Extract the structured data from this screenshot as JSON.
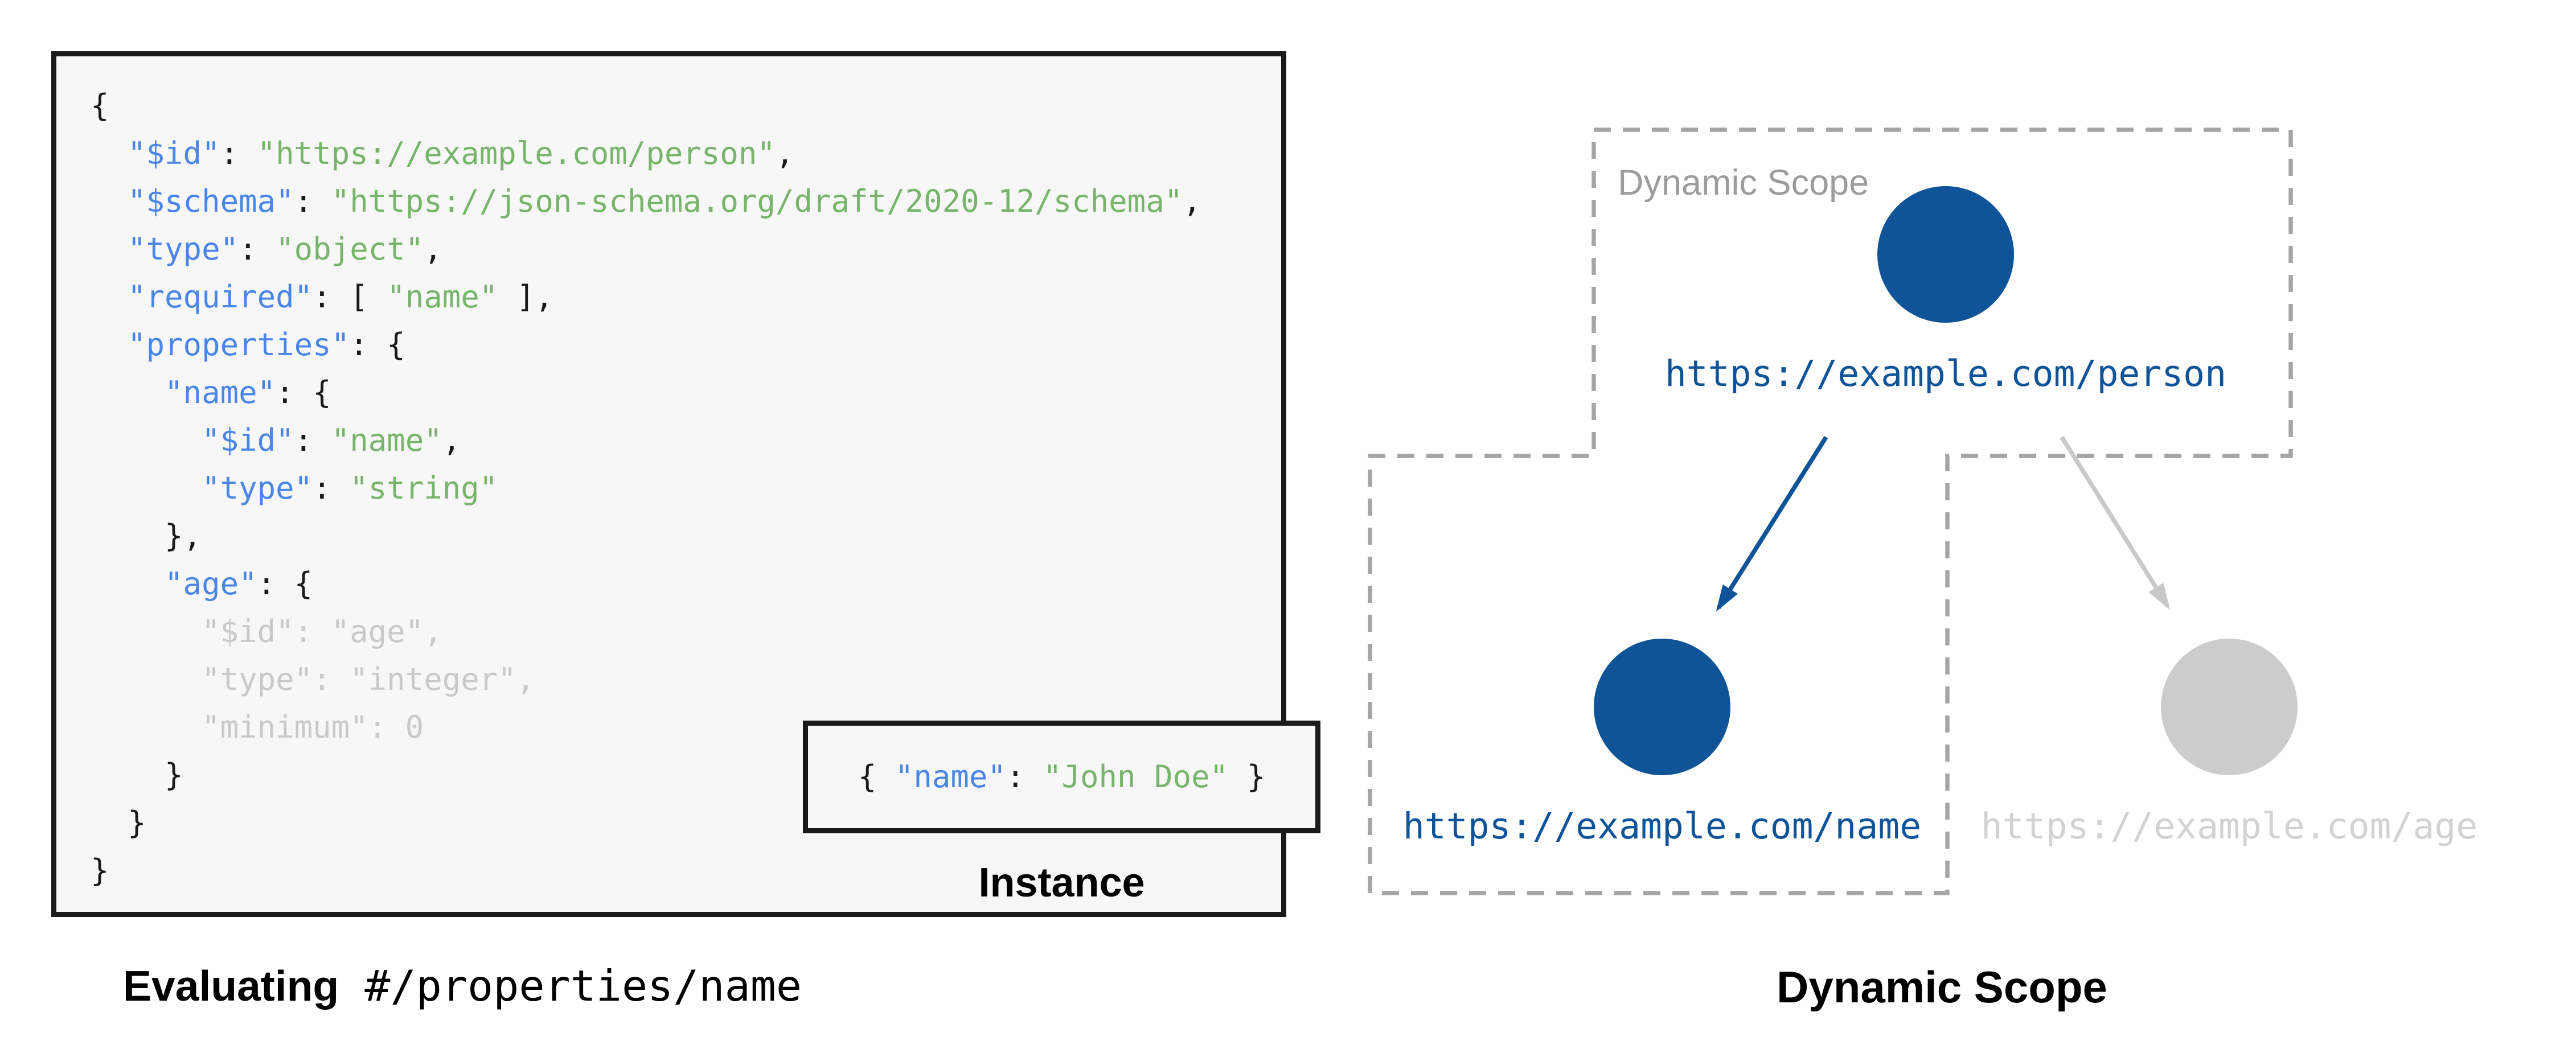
{
  "schema_panel": {
    "code_lines": [
      [
        [
          "p",
          "{"
        ]
      ],
      [
        [
          "k",
          "  \"$id\""
        ],
        [
          "p",
          ": "
        ],
        [
          "s",
          "\"https://example.com/person\""
        ],
        [
          "p",
          ","
        ]
      ],
      [
        [
          "k",
          "  \"$schema\""
        ],
        [
          "p",
          ": "
        ],
        [
          "s",
          "\"https://json-schema.org/draft/2020-12/schema\""
        ],
        [
          "p",
          ","
        ]
      ],
      [
        [
          "k",
          "  \"type\""
        ],
        [
          "p",
          ": "
        ],
        [
          "s",
          "\"object\""
        ],
        [
          "p",
          ","
        ]
      ],
      [
        [
          "k",
          "  \"required\""
        ],
        [
          "p",
          ": [ "
        ],
        [
          "s",
          "\"name\""
        ],
        [
          "p",
          " ],"
        ]
      ],
      [
        [
          "k",
          "  \"properties\""
        ],
        [
          "p",
          ": {"
        ]
      ],
      [
        [
          "k",
          "    \"name\""
        ],
        [
          "p",
          ": {"
        ]
      ],
      [
        [
          "k",
          "      \"$id\""
        ],
        [
          "p",
          ": "
        ],
        [
          "s",
          "\"name\""
        ],
        [
          "p",
          ","
        ]
      ],
      [
        [
          "k",
          "      \"type\""
        ],
        [
          "p",
          ": "
        ],
        [
          "s",
          "\"string\""
        ]
      ],
      [
        [
          "p",
          "    },"
        ]
      ],
      [
        [
          "k",
          "    \"age\""
        ],
        [
          "p",
          ": {"
        ]
      ],
      [
        [
          "m",
          "      \"$id\": \"age\","
        ]
      ],
      [
        [
          "m",
          "      \"type\": \"integer\","
        ]
      ],
      [
        [
          "m",
          "      \"minimum\": 0"
        ]
      ],
      [
        [
          "p",
          "    }"
        ]
      ],
      [
        [
          "p",
          "  }"
        ]
      ],
      [
        [
          "p",
          "}"
        ]
      ]
    ],
    "instance_segments": [
      [
        [
          "p",
          "{ "
        ],
        [
          "k",
          "\"name\""
        ],
        [
          "p",
          ": "
        ],
        [
          "s",
          "\"John Doe\""
        ],
        [
          "p",
          " }"
        ]
      ]
    ],
    "instance_label": "Instance",
    "caption_bold": "Evaluating",
    "caption_mono": " #/properties/name"
  },
  "diagram": {
    "scope_label": "Dynamic Scope",
    "caption": "Dynamic Scope",
    "nodes": [
      {
        "id": "person",
        "url": "https://example.com/person",
        "state": "in-scope"
      },
      {
        "id": "name",
        "url": "https://example.com/name",
        "state": "in-scope"
      },
      {
        "id": "age",
        "url": "https://example.com/age",
        "state": "out-of-scope"
      }
    ]
  },
  "colors": {
    "key_blue": "#4A86E8",
    "string_green": "#77B56B",
    "muted_gray": "#C9C9C9",
    "node_blue": "#0F5499",
    "node_gray": "#CCCCCC",
    "age_text_gray": "#D2D2D2",
    "dash_gray": "#A5A5A5",
    "scope_label_gray": "#9C9C9C",
    "code_bg": "#F7F7F7",
    "border_black": "#1A1A1A"
  }
}
